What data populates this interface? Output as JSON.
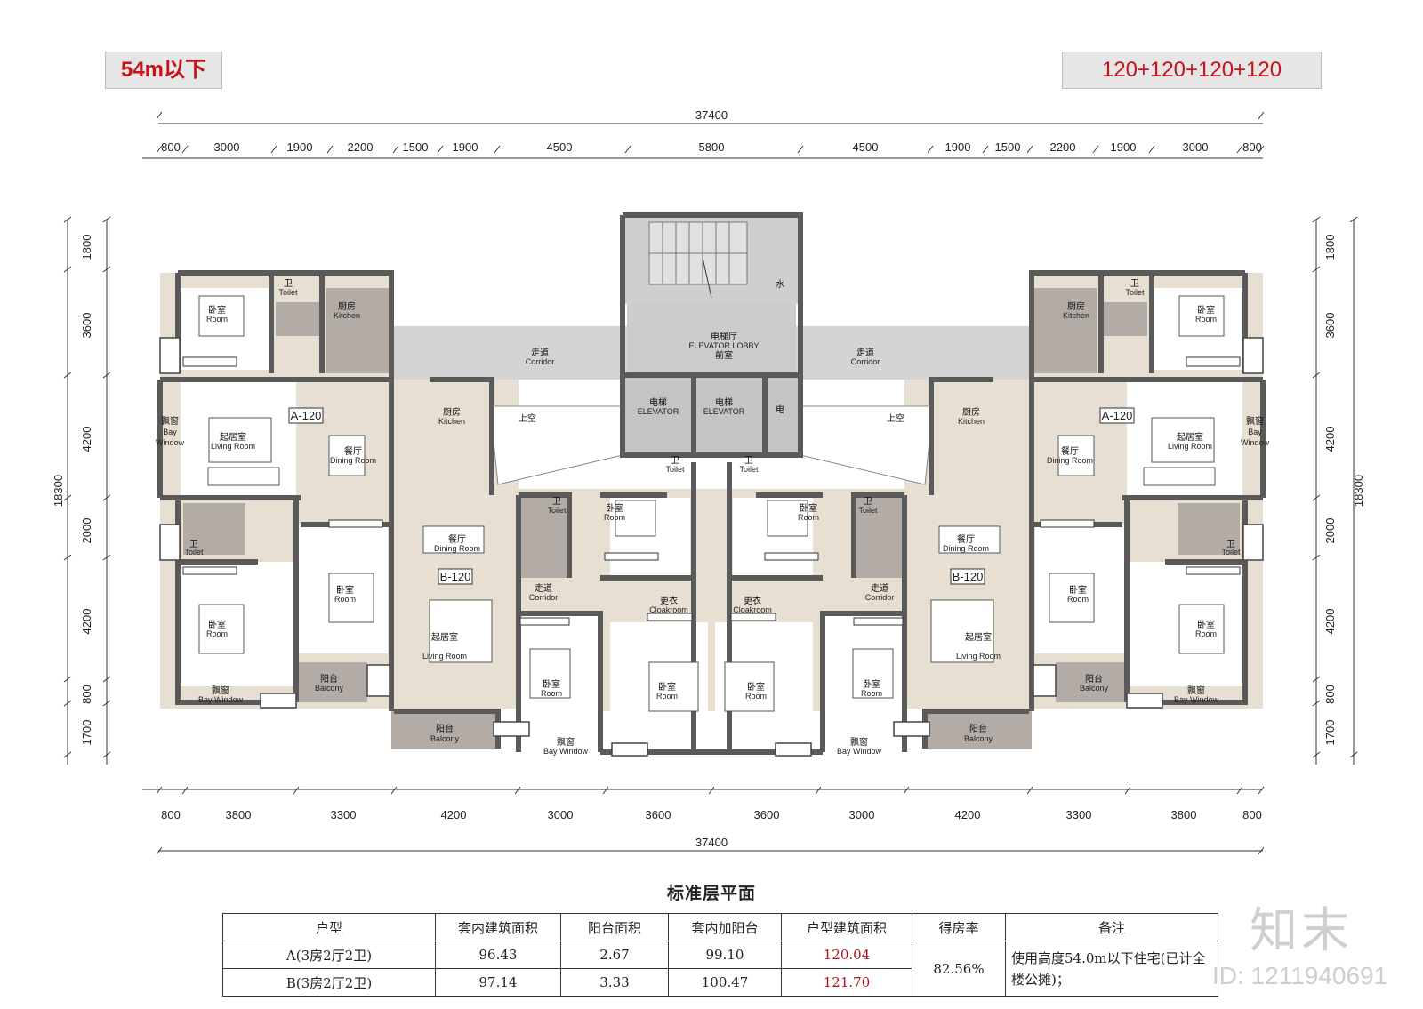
{
  "tags": {
    "height_limit": "54m以下",
    "unit_mix": "120+120+120+120"
  },
  "dimensions": {
    "top_total": "37400",
    "top": [
      "800",
      "3000",
      "1900",
      "2200",
      "1500",
      "1900",
      "4500",
      "5800",
      "4500",
      "1900",
      "1500",
      "2200",
      "1900",
      "3000",
      "800"
    ],
    "bottom_total": "37400",
    "bottom": [
      "800",
      "3800",
      "3300",
      "4200",
      "3000",
      "3600",
      "3600",
      "3000",
      "4200",
      "3300",
      "3800",
      "800"
    ],
    "side_total": "18300",
    "side": [
      "1800",
      "3600",
      "4200",
      "2000",
      "4200",
      "800",
      "1700"
    ]
  },
  "rooms": {
    "bedroom_cn": "卧室",
    "bedroom_en": "Room",
    "toilet_cn": "卫",
    "toilet_en": "Toilet",
    "kitchen_cn": "厨房",
    "kitchen_en": "Kitchen",
    "living_cn": "起居室",
    "living_en": "Living Room",
    "dining_cn": "餐厅",
    "dining_en": "Dining Room",
    "corridor_cn": "走道",
    "corridor_en": "Corridor",
    "baywindow_cn": "飘窗",
    "baywindow_en": "Bay Window",
    "balcony_cn": "阳台",
    "balcony_en": "Balcony",
    "cloak_cn": "更衣",
    "cloak_en": "Cloakroom",
    "void_cn": "上空",
    "elevator_cn": "电梯",
    "elevator_en": "ELEVATOR",
    "lobby_cn": "电梯厅",
    "lobby_en": "ELEVATOR LOBBY",
    "lobby_sub": "前室",
    "water": "水",
    "power": "电",
    "bay_cn": "飘窗",
    "bay_l1": "Bay",
    "bay_l2": "Window",
    "unit_a": "A-120",
    "unit_b": "B-120"
  },
  "title": "标准层平面",
  "table": {
    "headers": [
      "户型",
      "套内建筑面积",
      "阳台面积",
      "套内加阳台",
      "户型建筑面积",
      "得房率",
      "备注"
    ],
    "rows": [
      {
        "type": "A(3房2厅2卫)",
        "inner": "96.43",
        "balcony": "2.67",
        "inner_plus": "99.10",
        "gross": "120.04"
      },
      {
        "type": "B(3房2厅2卫)",
        "inner": "97.14",
        "balcony": "3.33",
        "inner_plus": "100.47",
        "gross": "121.70"
      }
    ],
    "efficiency": "82.56%",
    "note": "使用高度54.0m以下住宅(已计全楼公摊)；"
  },
  "logo": "知末",
  "logo_id": "ID: 1211940691",
  "colors": {
    "tag_text": "#c8121a",
    "gross_text": "#b1121a",
    "wall": "#5a5a5a",
    "core": "#c9c9c9",
    "floor": "#e8dfd3",
    "wet": "#b3aca6"
  }
}
